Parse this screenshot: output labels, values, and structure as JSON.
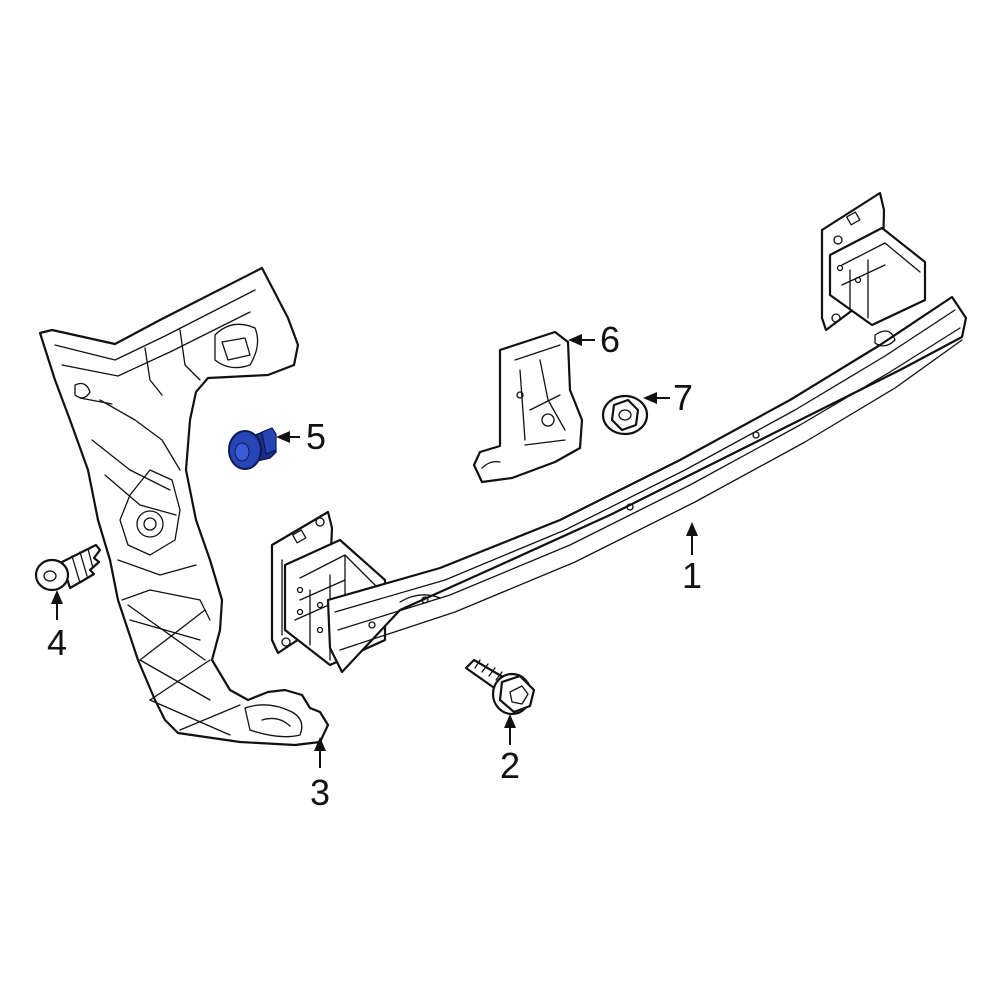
{
  "colors": {
    "line": "#111111",
    "background": "#ffffff",
    "highlight": "#2845b8",
    "highlight_dark": "#1a2f8a"
  },
  "parts": [
    {
      "id": "reinforcement-bar",
      "number": "1"
    },
    {
      "id": "bolt",
      "number": "2"
    },
    {
      "id": "side-bracket",
      "number": "3"
    },
    {
      "id": "screw",
      "number": "4"
    },
    {
      "id": "push-clip",
      "number": "5",
      "highlighted": true
    },
    {
      "id": "mount-bracket",
      "number": "6"
    },
    {
      "id": "flange-nut",
      "number": "7"
    }
  ]
}
